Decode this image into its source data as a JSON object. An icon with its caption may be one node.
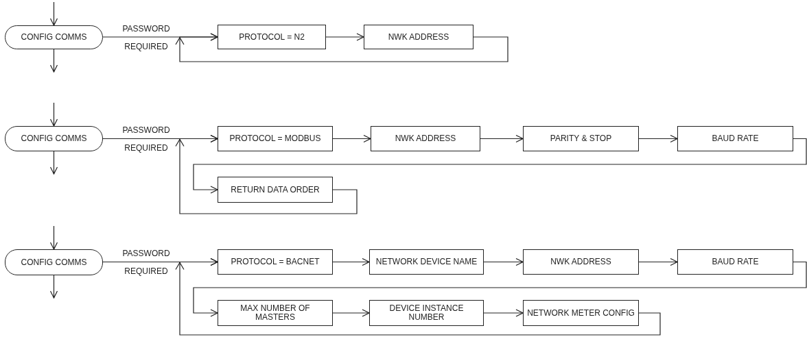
{
  "diagram": {
    "nodes": [
      {
        "text": [
          "CONFIG COMMS"
        ]
      },
      {
        "text": [
          "PROTOCOL = N2"
        ]
      },
      {
        "text": [
          "NWK ADDRESS"
        ]
      },
      {
        "text": [
          "CONFIG COMMS"
        ]
      },
      {
        "text": [
          "PROTOCOL = MODBUS"
        ]
      },
      {
        "text": [
          "NWK ADDRESS"
        ]
      },
      {
        "text": [
          "PARITY & STOP"
        ]
      },
      {
        "text": [
          "BAUD RATE"
        ]
      },
      {
        "text": [
          "RETURN DATA ORDER"
        ]
      },
      {
        "text": [
          "CONFIG COMMS"
        ]
      },
      {
        "text": [
          "PROTOCOL = BACNET"
        ]
      },
      {
        "text": [
          "NETWORK DEVICE NAME"
        ]
      },
      {
        "text": [
          "NWK ADDRESS"
        ]
      },
      {
        "text": [
          "BAUD RATE"
        ]
      },
      {
        "text": [
          "MAX NUMBER OF MASTERS"
        ]
      },
      {
        "text": [
          "DEVICE INSTANCE NUMBER"
        ]
      },
      {
        "text": [
          "NETWORK METER CONFIG"
        ]
      }
    ],
    "edges": [
      {
        "from": null,
        "to": 0,
        "arrow": "to"
      },
      {
        "from": 0,
        "to": null,
        "arrow": "to"
      },
      {
        "from": 0,
        "to": 1,
        "arrow": "to",
        "label": "PASSWORD REQUIRED"
      },
      {
        "from": 1,
        "to": 2,
        "arrow": "to"
      },
      {
        "from": 2,
        "to": 1,
        "arrow": "to"
      },
      {
        "from": null,
        "to": 3,
        "arrow": "to"
      },
      {
        "from": 3,
        "to": null,
        "arrow": "to"
      },
      {
        "from": 3,
        "to": 4,
        "arrow": "to",
        "label": "PASSWORD REQUIRED"
      },
      {
        "from": 4,
        "to": 5,
        "arrow": "to"
      },
      {
        "from": 5,
        "to": 6,
        "arrow": "to"
      },
      {
        "from": 6,
        "to": 7,
        "arrow": "to"
      },
      {
        "from": 7,
        "to": 8,
        "arrow": "to"
      },
      {
        "from": 8,
        "to": 4,
        "arrow": "to"
      },
      {
        "from": null,
        "to": 9,
        "arrow": "to"
      },
      {
        "from": 9,
        "to": null,
        "arrow": "to"
      },
      {
        "from": 9,
        "to": 10,
        "arrow": "to",
        "label": "PASSWORD REQUIRED"
      },
      {
        "from": 10,
        "to": 11,
        "arrow": "to"
      },
      {
        "from": 11,
        "to": 12,
        "arrow": "to"
      },
      {
        "from": 12,
        "to": 13,
        "arrow": "to"
      },
      {
        "from": 13,
        "to": 14,
        "arrow": "to"
      },
      {
        "from": 14,
        "to": 15,
        "arrow": "to"
      },
      {
        "from": 15,
        "to": 16,
        "arrow": "to"
      },
      {
        "from": 16,
        "to": 10,
        "arrow": "to"
      }
    ]
  }
}
